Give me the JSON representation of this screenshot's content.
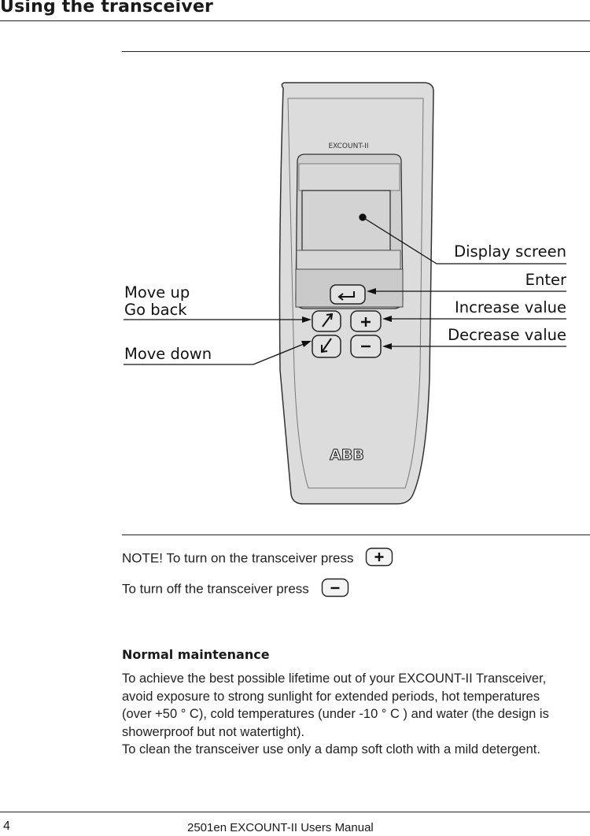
{
  "header": {
    "title": "Using the transceiver"
  },
  "figure": {
    "device_model": "EXCOUNT-II",
    "device_logo": "ABB",
    "labels": {
      "display_screen": "Display screen",
      "enter": "Enter",
      "increase_value": "Increase value",
      "decrease_value": "Decrease value",
      "move_up": "Move up",
      "go_back": "Go back",
      "move_down": "Move down"
    },
    "icons": {
      "enter_key": "enter-arrow-icon",
      "plus_key": "plus-icon",
      "minus_key": "minus-icon",
      "up_key": "arrow-up-right-icon",
      "down_key": "arrow-down-left-icon"
    }
  },
  "notes": {
    "power_on": "NOTE! To turn on the transceiver press",
    "power_off": "To turn off the transceiver press"
  },
  "maintenance": {
    "heading": "Normal maintenance",
    "lines": [
      "To achieve the best possible lifetime out of your EXCOUNT-II Transceiver,",
      "avoid exposure to strong sunlight for extended periods, hot temperatures",
      "(over +50 ° C), cold temperatures (under -10 ° C ) and water (the design is",
      "showerproof but not watertight).",
      "To clean the transceiver use only a damp soft cloth with a mild detergent."
    ]
  },
  "footer": {
    "page_number": "4",
    "document_title": "2501en EXCOUNT-II Users Manual"
  }
}
